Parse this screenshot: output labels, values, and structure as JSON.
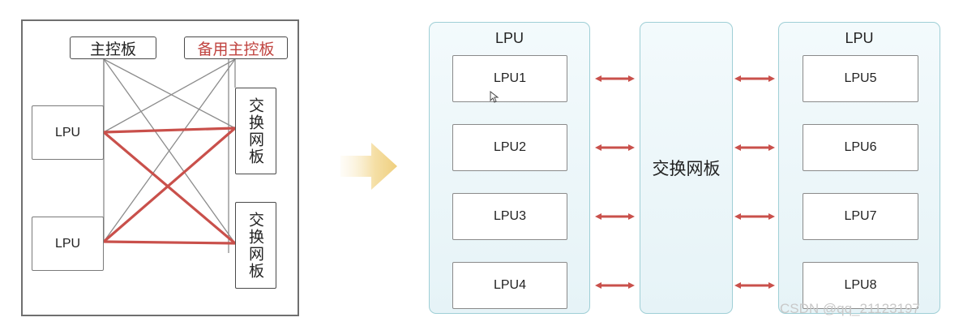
{
  "left_diagram": {
    "main_board": "主控板",
    "backup_board": "备用主控板",
    "lpu_top": "LPU",
    "lpu_bottom": "LPU",
    "switch_top": "交换网板",
    "switch_bottom": "交换网板"
  },
  "right_diagram": {
    "left_panel_title": "LPU",
    "left_cards": [
      "LPU1",
      "LPU2",
      "LPU3",
      "LPU4"
    ],
    "center_label": "交换网板",
    "right_panel_title": "LPU",
    "right_cards": [
      "LPU5",
      "LPU6",
      "LPU7",
      "LPU8"
    ]
  },
  "watermark": "CSDN @qq_21123197",
  "colors": {
    "red_link": "#c9504b",
    "gray_link": "#8c8c8c",
    "panel_border": "#9fcfd6",
    "arrow": "#f2d99a"
  }
}
